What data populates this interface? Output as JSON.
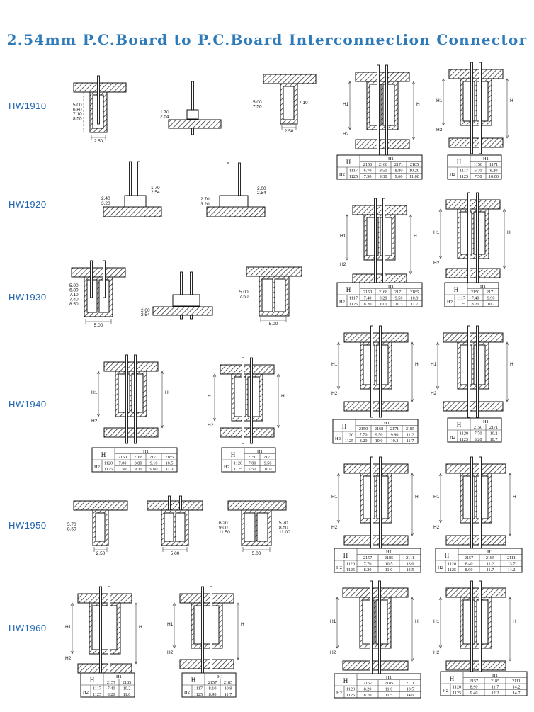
{
  "title": "2.54mm P.C.Board to P.C.Board Interconnection Connector",
  "series": [
    "HW1910",
    "HW1920",
    "HW1930",
    "HW1940",
    "HW1950",
    "HW1960"
  ],
  "dims": {
    "d1910a": [
      "5.00",
      "6.80",
      "7.10",
      "8.50"
    ],
    "d1910a_w": "2.50",
    "d1910b": [
      "1.70",
      "2.54"
    ],
    "d1910c": [
      "5.00",
      "7.50"
    ],
    "d1910c_r": "7.10",
    "d1910c_w": "2.50",
    "d1920a_r": [
      "1.70",
      "2.54"
    ],
    "d1920a_l": [
      "2.40",
      "3.20"
    ],
    "d1920b_r": [
      "2.00",
      "2.54"
    ],
    "d1920b_l": [
      "2.70",
      "3.20"
    ],
    "d1930a": [
      "5.00",
      "6.80",
      "7.10",
      "7.40",
      "8.50"
    ],
    "d1930a_w": "5.00",
    "d1930b": [
      "2.00",
      "2.54"
    ],
    "d1930c": [
      "5.00",
      "7.50"
    ],
    "d1930c_w": "5.00",
    "d1950a": [
      "5.70",
      "8.50"
    ],
    "d1950a_w": "2.50",
    "d1950b_w": "5.00",
    "d1950c_l": [
      "6.20",
      "9.00",
      "11.50"
    ],
    "d1950c_r": [
      "5.70",
      "8.50",
      "11.00"
    ],
    "d1950c_w": "5.00",
    "lbl_h": "H",
    "lbl_h1": "H1",
    "lbl_h2": "H2"
  },
  "tables": {
    "t1": {
      "cols": [
        "2150",
        "2168",
        "2171",
        "2185"
      ],
      "rows": [
        {
          "h2": "1117",
          "vals": [
            "6.70",
            "8.50",
            "8.80",
            "10.20"
          ]
        },
        {
          "h2": "1125",
          "vals": [
            "7.50",
            "9.30",
            "9.60",
            "11.00"
          ]
        }
      ]
    },
    "t2": {
      "cols": [
        "1150",
        "1171"
      ],
      "rows": [
        {
          "h2": "1117",
          "vals": [
            "6.70",
            "9.20"
          ]
        },
        {
          "h2": "1125",
          "vals": [
            "7.50",
            "10.00"
          ]
        }
      ]
    },
    "t3": {
      "cols": [
        "2150",
        "2168",
        "2171",
        "2185"
      ],
      "rows": [
        {
          "h2": "1117",
          "vals": [
            "7.40",
            "9.20",
            "9.50",
            "10.9"
          ]
        },
        {
          "h2": "1125",
          "vals": [
            "8.20",
            "10.0",
            "10.3",
            "11.7"
          ]
        }
      ]
    },
    "t4": {
      "cols": [
        "2150",
        "2171"
      ],
      "rows": [
        {
          "h2": "1117",
          "vals": [
            "7.40",
            "9.90"
          ]
        },
        {
          "h2": "1125",
          "vals": [
            "8.20",
            "10.7"
          ]
        }
      ]
    },
    "t5": {
      "cols": [
        "2150",
        "2168",
        "2171",
        "2185"
      ],
      "rows": [
        {
          "h2": "1120",
          "vals": [
            "7.70",
            "9.50",
            "9.80",
            "11.2"
          ]
        },
        {
          "h2": "1125",
          "vals": [
            "8.20",
            "10.0",
            "10.3",
            "11.7"
          ]
        }
      ]
    },
    "t6": {
      "cols": [
        "2150",
        "2171"
      ],
      "rows": [
        {
          "h2": "1120",
          "vals": [
            "7.70",
            "10.2"
          ]
        },
        {
          "h2": "1125",
          "vals": [
            "8.20",
            "10.7"
          ]
        }
      ]
    },
    "t7": {
      "cols": [
        "2150",
        "2168",
        "2171",
        "2185"
      ],
      "rows": [
        {
          "h2": "1120",
          "vals": [
            "7.00",
            "8.80",
            "9.10",
            "10.5"
          ]
        },
        {
          "h2": "1125",
          "vals": [
            "7.50",
            "9.30",
            "9.60",
            "11.0"
          ]
        }
      ]
    },
    "t8": {
      "cols": [
        "2150",
        "2171"
      ],
      "rows": [
        {
          "h2": "1120",
          "vals": [
            "7.00",
            "9.50"
          ]
        },
        {
          "h2": "1125",
          "vals": [
            "7.50",
            "10.0"
          ]
        }
      ]
    },
    "t9": {
      "cols": [
        "2157",
        "2185",
        "2111"
      ],
      "rows": [
        {
          "h2": "1120",
          "vals": [
            "7.70",
            "10.5",
            "13.0"
          ]
        },
        {
          "h2": "1125",
          "vals": [
            "8.20",
            "11.0",
            "13.5"
          ]
        }
      ]
    },
    "t10": {
      "cols": [
        "2157",
        "2185",
        "2111"
      ],
      "rows": [
        {
          "h2": "1120",
          "vals": [
            "8.40",
            "11.2",
            "13.7"
          ]
        },
        {
          "h2": "1125",
          "vals": [
            "8.90",
            "11.7",
            "14.2"
          ]
        }
      ]
    },
    "t11": {
      "cols": [
        "2157",
        "2185",
        "2111"
      ],
      "rows": [
        {
          "h2": "1120",
          "vals": [
            "8.20",
            "11.0",
            "13.5"
          ]
        },
        {
          "h2": "1125",
          "vals": [
            "8.70",
            "11.5",
            "14.0"
          ]
        }
      ]
    },
    "t12": {
      "cols": [
        "2157",
        "2185",
        "2111"
      ],
      "rows": [
        {
          "h2": "1120",
          "vals": [
            "8.90",
            "11.7",
            "14.2"
          ]
        },
        {
          "h2": "1125",
          "vals": [
            "9.40",
            "12.2",
            "14.7"
          ]
        }
      ]
    },
    "t13": {
      "cols": [
        "2157",
        "2185"
      ],
      "rows": [
        {
          "h2": "1117",
          "vals": [
            "7.40",
            "10.2"
          ]
        },
        {
          "h2": "1125",
          "vals": [
            "8.20",
            "11.0"
          ]
        }
      ]
    },
    "t14": {
      "cols": [
        "2157",
        "2185"
      ],
      "rows": [
        {
          "h2": "1117",
          "vals": [
            "8.10",
            "10.9"
          ]
        },
        {
          "h2": "1125",
          "vals": [
            "8.90",
            "11.7"
          ]
        }
      ]
    }
  }
}
